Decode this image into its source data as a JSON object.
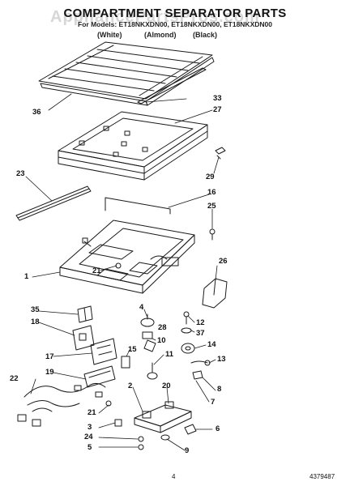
{
  "title": "COMPARTMENT SEPARATOR PARTS",
  "subtitle": "For Models: ET18NKXDN00, ET18NKXDN00, ET18NKXDN00",
  "variants": [
    "(White)",
    "(Almond)",
    "(Black)"
  ],
  "watermark": "AppliancePartsPros.com",
  "callouts": [
    "36",
    "33",
    "27",
    "29",
    "23",
    "16",
    "25",
    "26",
    "1",
    "21",
    "35",
    "18",
    "4",
    "12",
    "28",
    "37",
    "10",
    "14",
    "15",
    "11",
    "13",
    "17",
    "19",
    "8",
    "22",
    "7",
    "2",
    "21",
    "20",
    "3",
    "6",
    "24",
    "5",
    "9"
  ],
  "page_number": "4",
  "doc_number": "4379487"
}
